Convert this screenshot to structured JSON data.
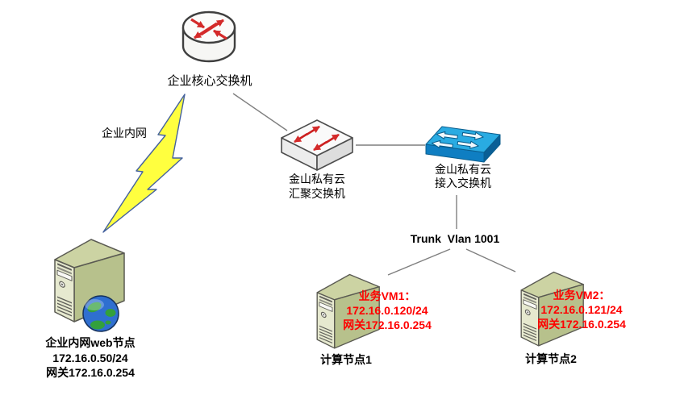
{
  "diagram": {
    "nodes": {
      "core_switch": {
        "label": "企业核心交换机",
        "icon": "router-icon"
      },
      "intranet_link": {
        "label": "企业内网",
        "icon": "lightning-bolt-icon"
      },
      "agg_switch": {
        "label_line1": "金山私有云",
        "label_line2": "汇聚交换机",
        "icon": "switch-3d-icon"
      },
      "access_switch": {
        "label_line1": "金山私有云",
        "label_line2": "接入交换机",
        "icon": "switch-flat-blue-icon"
      },
      "web_server": {
        "label": "企业内网web节点",
        "ip": "172.16.0.50/24",
        "gateway": "网关172.16.0.254",
        "icon": "server-globe-icon"
      },
      "compute_node_1": {
        "label": "计算节点1",
        "vm_name": "业务VM1：",
        "vm_ip": "172.16.0.120/24",
        "vm_gateway": "网关172.16.0.254",
        "icon": "server-icon"
      },
      "compute_node_2": {
        "label": "计算节点2",
        "vm_name": "业务VM2：",
        "vm_ip": "172.16.0.121/24",
        "vm_gateway": "网关172.16.0.254",
        "icon": "server-icon"
      }
    },
    "links": {
      "trunk_label": "Trunk  Vlan 1001"
    },
    "colors": {
      "vm_text": "#ff0000",
      "connector_line": "#7f7f7f",
      "bolt_fill": "#ffff3f",
      "bolt_stroke": "#44619d",
      "arrow_red": "#d42a2a",
      "switch_blue_top": "#29abe2",
      "server_front": "#e6e9cf",
      "server_side": "#b7c18c",
      "server_top": "#ccd3a3"
    }
  }
}
